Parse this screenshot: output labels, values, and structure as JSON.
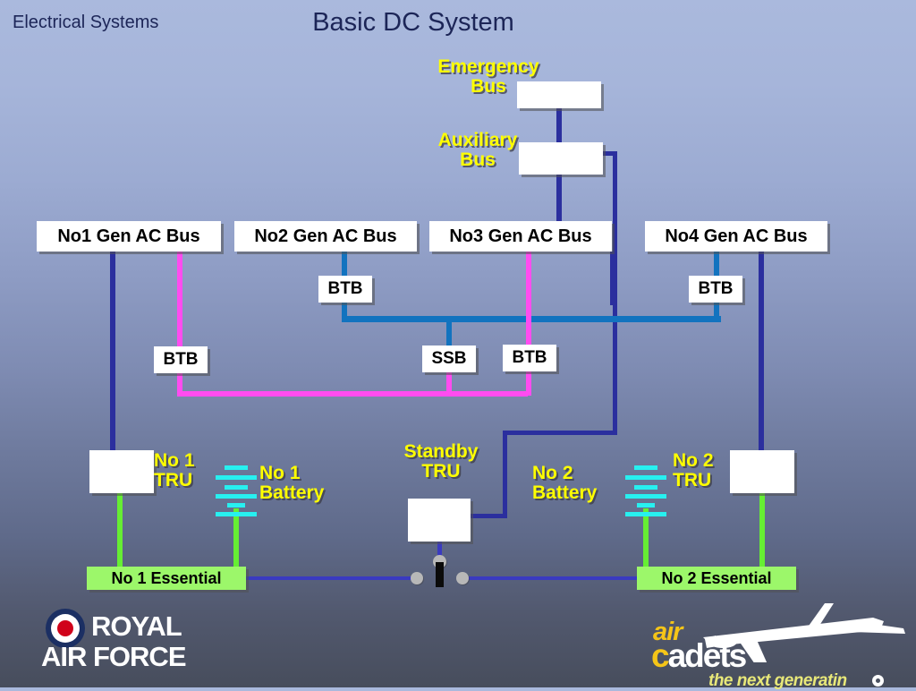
{
  "header": {
    "subject": "Electrical Systems",
    "title": "Basic DC System"
  },
  "colors": {
    "label_yellow": "#ffff00",
    "navy_wire": "#2b2f9e",
    "blue_wire": "#1273bf",
    "magenta_wire": "#ff4cf0",
    "green_wire": "#66ee33",
    "cyan_battery": "#27f0f0",
    "essential_bus": "#9cf76a",
    "box_white": "#ffffff",
    "title_text": "#1c2557",
    "bg_top": "#aab9dd",
    "bg_bottom": "#474d5c"
  },
  "top_buses": [
    {
      "name": "emergency-bus",
      "label": "Emergency\nBus"
    },
    {
      "name": "auxiliary-bus",
      "label": "Auxiliary\nBus"
    }
  ],
  "ac_buses": [
    {
      "name": "no1-gen-ac-bus",
      "label": "No1 Gen AC Bus"
    },
    {
      "name": "no2-gen-ac-bus",
      "label": "No2 Gen AC Bus"
    },
    {
      "name": "no3-gen-ac-bus",
      "label": "No3 Gen AC Bus"
    },
    {
      "name": "no4-gen-ac-bus",
      "label": "No4 Gen AC Bus"
    }
  ],
  "breakers": [
    {
      "name": "btb-no2-upper",
      "label": "BTB"
    },
    {
      "name": "btb-no4-upper",
      "label": "BTB"
    },
    {
      "name": "btb-left-lower",
      "label": "BTB"
    },
    {
      "name": "ssb-centre",
      "label": "SSB"
    },
    {
      "name": "btb-centre-lower",
      "label": "BTB"
    }
  ],
  "units": [
    {
      "name": "no1-tru",
      "label": "No 1\nTRU"
    },
    {
      "name": "no1-battery",
      "label": "No 1\nBattery"
    },
    {
      "name": "standby-tru",
      "label": "Standby\nTRU"
    },
    {
      "name": "no2-battery",
      "label": "No 2\nBattery"
    },
    {
      "name": "no2-tru",
      "label": "No 2\nTRU"
    }
  ],
  "essential_buses": [
    {
      "name": "no1-essential",
      "label": "No 1 Essential"
    },
    {
      "name": "no2-essential",
      "label": "No 2 Essential"
    }
  ],
  "logos": {
    "raf": {
      "line1": "ROYAL",
      "line2": "AIR FORCE"
    },
    "cadets": {
      "air": "air",
      "word_c": "c",
      "word_rest": "adets",
      "tagline_a": "the next generati",
      "tagline_b": "n"
    }
  }
}
